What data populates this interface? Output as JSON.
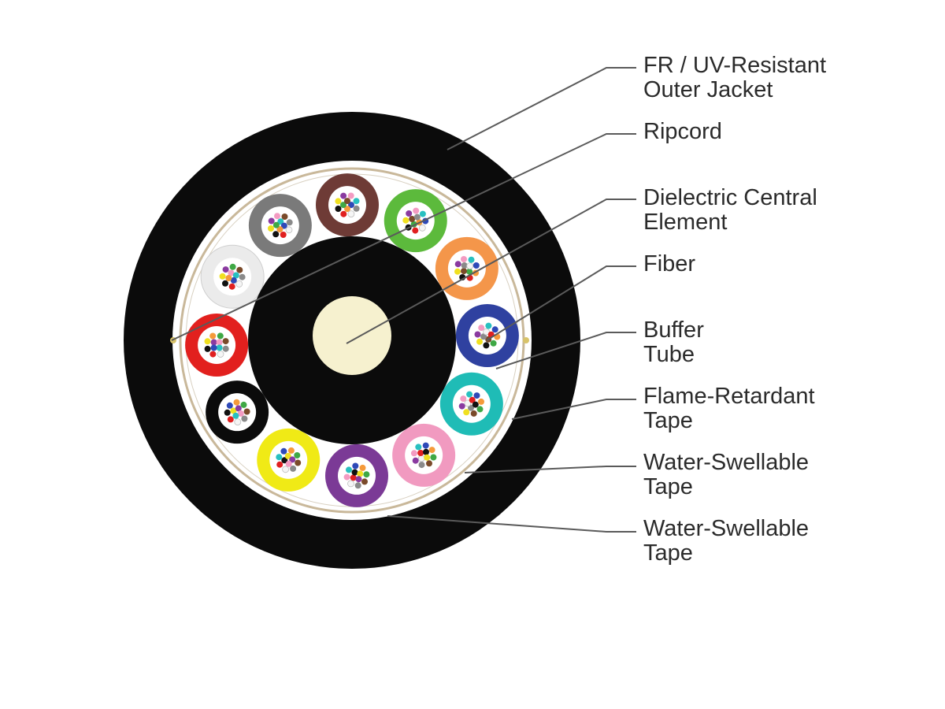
{
  "labels": [
    {
      "id": "outer-jacket",
      "lines": [
        "FR / UV-Resistant",
        "Outer Jacket"
      ]
    },
    {
      "id": "ripcord",
      "lines": [
        "Ripcord"
      ]
    },
    {
      "id": "central-element",
      "lines": [
        "Dielectric Central",
        "Element"
      ]
    },
    {
      "id": "fiber",
      "lines": [
        "Fiber"
      ]
    },
    {
      "id": "buffer-tube",
      "lines": [
        "Buffer",
        "Tube"
      ]
    },
    {
      "id": "flame-retardant-tape",
      "lines": [
        "Flame-Retardant",
        "Tape"
      ]
    },
    {
      "id": "water-swellable-tape-inner",
      "lines": [
        "Water-Swellable",
        "Tape"
      ]
    },
    {
      "id": "water-swellable-tape-outer",
      "lines": [
        "Water-Swellable",
        "Tape"
      ]
    }
  ],
  "colors": {
    "jacket": "#0b0b0b",
    "tape": "#ffffff",
    "tape_ring": "#c9b89a",
    "central_element": "#f6f1cf",
    "central_core": "#0b0b0b",
    "buffer_tubes": [
      "#6e3b36",
      "#5cba3c",
      "#f4964a",
      "#2f41a0",
      "#1fbcb6",
      "#f19ac0",
      "#7b3a96",
      "#f0ea16",
      "#0b0b0b",
      "#e2201e",
      "#ebebeb",
      "#7a7a7a"
    ],
    "fibers": [
      "#2e49b8",
      "#f59a3a",
      "#3fa845",
      "#7a4a2a",
      "#8a8a8a",
      "#f5f5f5",
      "#e02020",
      "#111111",
      "#f0e020",
      "#8a3aa0",
      "#f39bc2",
      "#28c0c0"
    ]
  }
}
